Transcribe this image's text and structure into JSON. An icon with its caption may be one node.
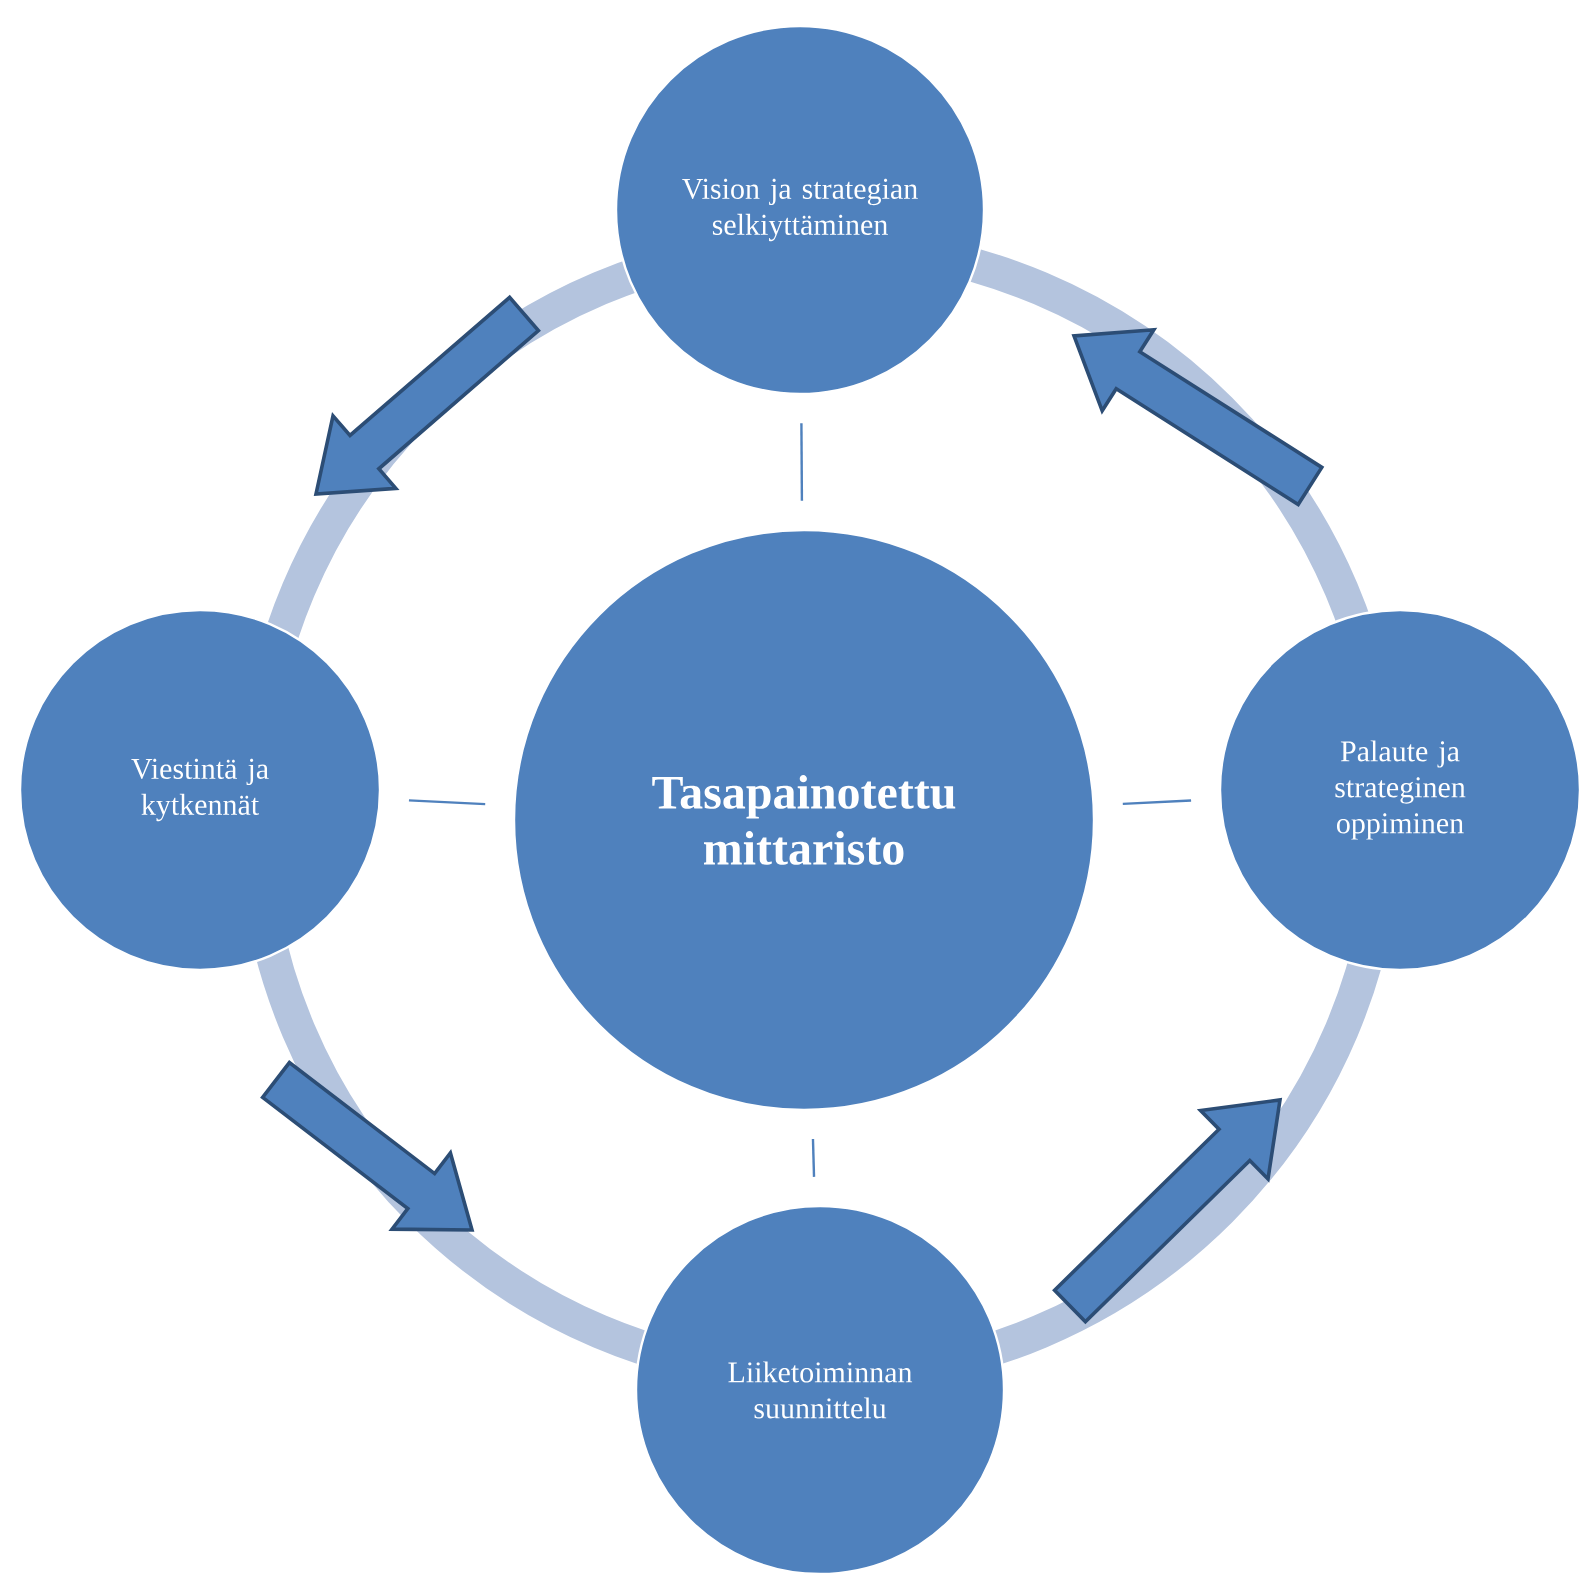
{
  "diagram": {
    "nodes": [
      {
        "text": [
          "Vision ja strategian selkiyttäminen"
        ]
      },
      {
        "text": [
          "Viestintä ja kytkennät"
        ]
      },
      {
        "text": [
          "Tasapainotettu mittaristo"
        ]
      },
      {
        "text": [
          "Palaute ja strateginen oppiminen"
        ]
      },
      {
        "text": [
          "Liiketoiminnan suunnittelu"
        ]
      }
    ],
    "edges": [
      {
        "from": 2,
        "to": 0,
        "arrow": "none"
      },
      {
        "from": 2,
        "to": 1,
        "arrow": "none"
      },
      {
        "from": 2,
        "to": 3,
        "arrow": "none"
      },
      {
        "from": 2,
        "to": 4,
        "arrow": "none"
      },
      {
        "from": 0,
        "to": 1,
        "arrow": "to",
        "style": "thick"
      },
      {
        "from": 1,
        "to": 4,
        "arrow": "to",
        "style": "thick"
      },
      {
        "from": 4,
        "to": 3,
        "arrow": "to",
        "style": "thick"
      },
      {
        "from": 3,
        "to": 0,
        "arrow": "to",
        "style": "thick"
      }
    ]
  }
}
